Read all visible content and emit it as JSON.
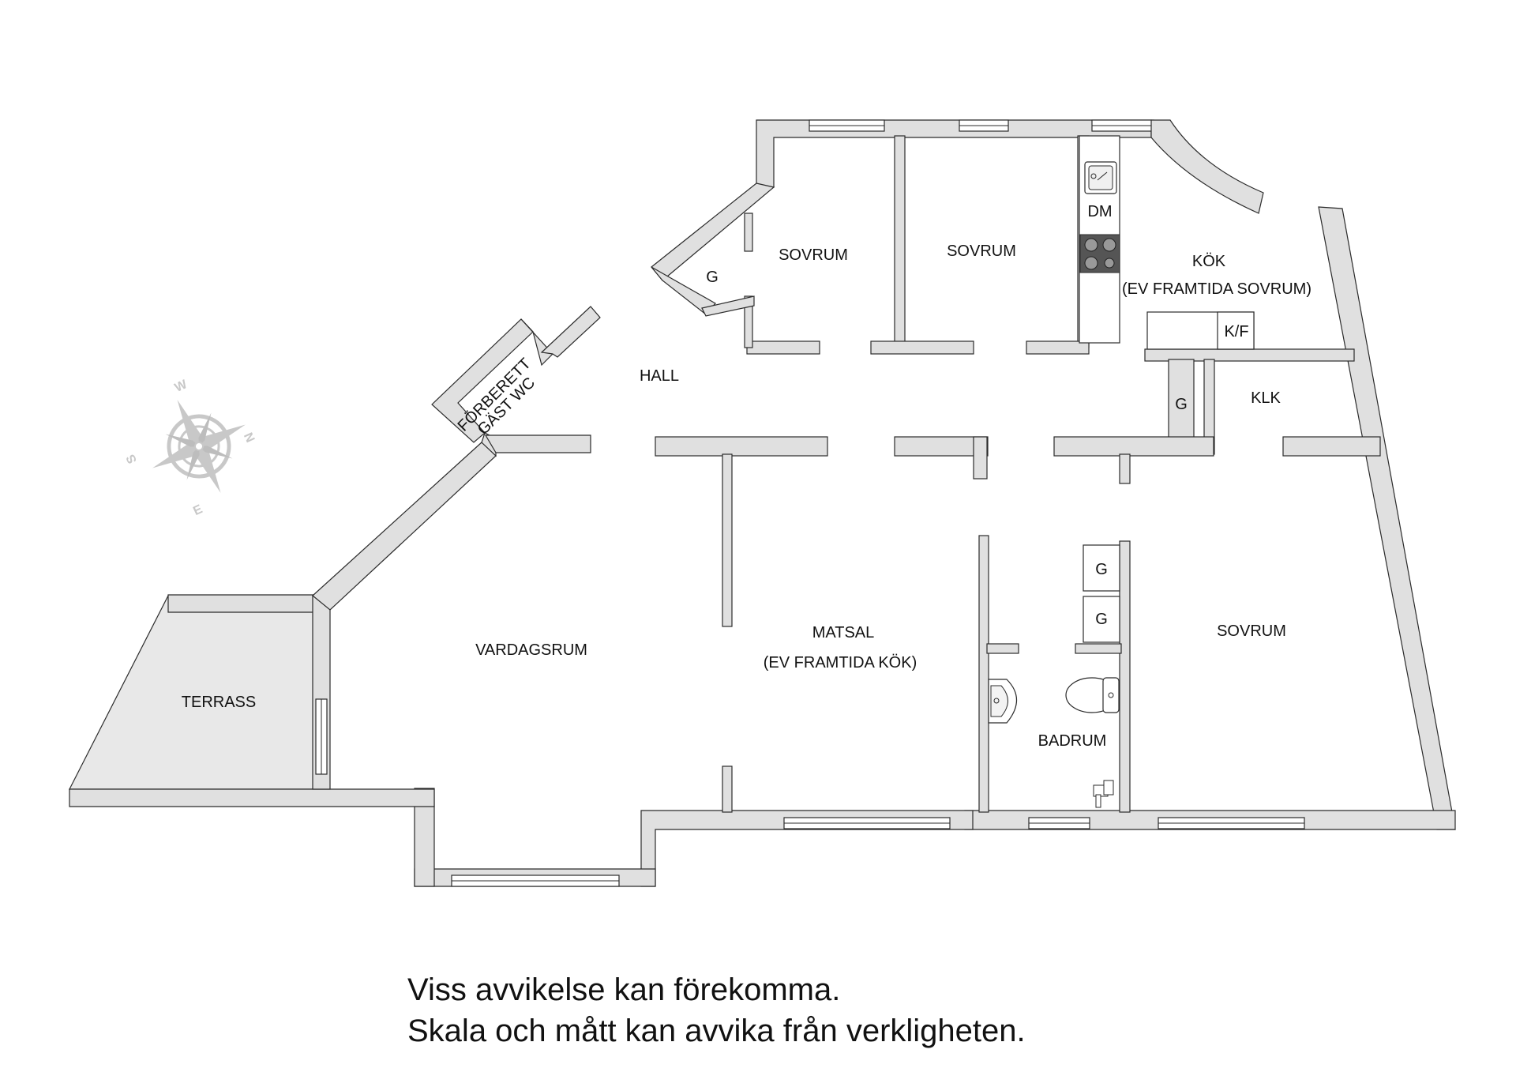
{
  "rooms": {
    "sovrum_a": "SOVRUM",
    "sovrum_b": "SOVRUM",
    "sovrum_c": "SOVRUM",
    "kok": "KÖK",
    "kok_note": "(EV FRAMTIDA SOVRUM)",
    "hall": "HALL",
    "klk": "KLK",
    "vardagsrum": "VARDAGSRUM",
    "matsal": "MATSAL",
    "matsal_note": "(EV FRAMTIDA KÖK)",
    "badrum": "BADRUM",
    "terrass": "TERRASS",
    "gastwc_line1": "FÖRBERETT",
    "gastwc_line2": "GÄST WC"
  },
  "fixtures": {
    "dm": "DM",
    "kf": "K/F",
    "g_closet": "G"
  },
  "compass": {
    "w": "W",
    "n": "N",
    "s": "S",
    "e": "E",
    "color": "#c8c8c8"
  },
  "disclaimer": {
    "line1": "Viss avvikelse kan förekomma.",
    "line2": "Skala och mått kan avvika från verkligheten."
  },
  "colors": {
    "wall_fill": "#e0e0e0",
    "terrace_fill": "#e8e8e8",
    "line": "#2b2b2b"
  }
}
